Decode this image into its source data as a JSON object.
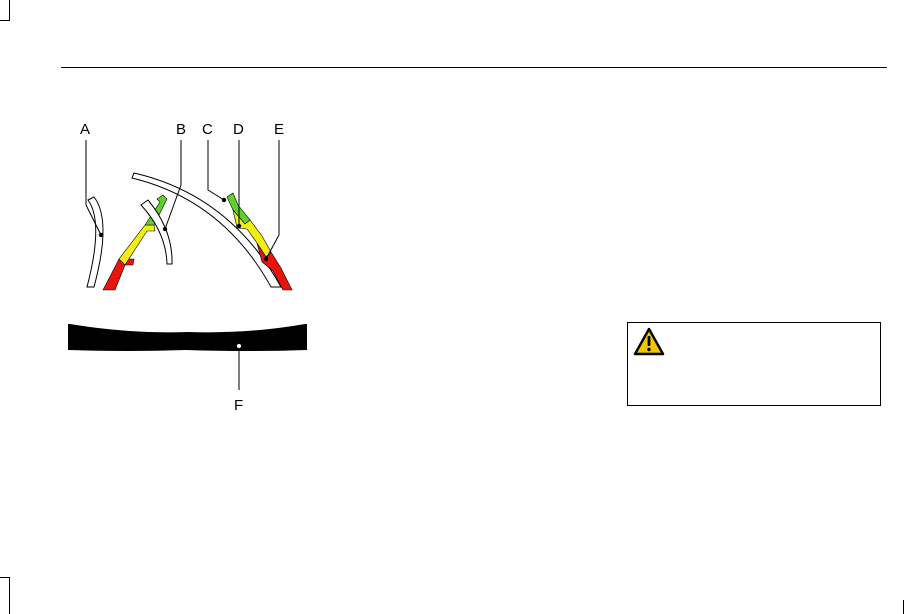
{
  "figure": {
    "callouts": {
      "a": "A",
      "b": "B",
      "c": "C",
      "d": "D",
      "e": "E",
      "f": "F"
    },
    "colors": {
      "green": "#5ed12b",
      "yellow": "#f2ee14",
      "red": "#e8150d",
      "bumper": "#000000"
    }
  },
  "warning": {
    "icon": "warning-triangle-icon",
    "icon_fill": "#f5c400"
  }
}
